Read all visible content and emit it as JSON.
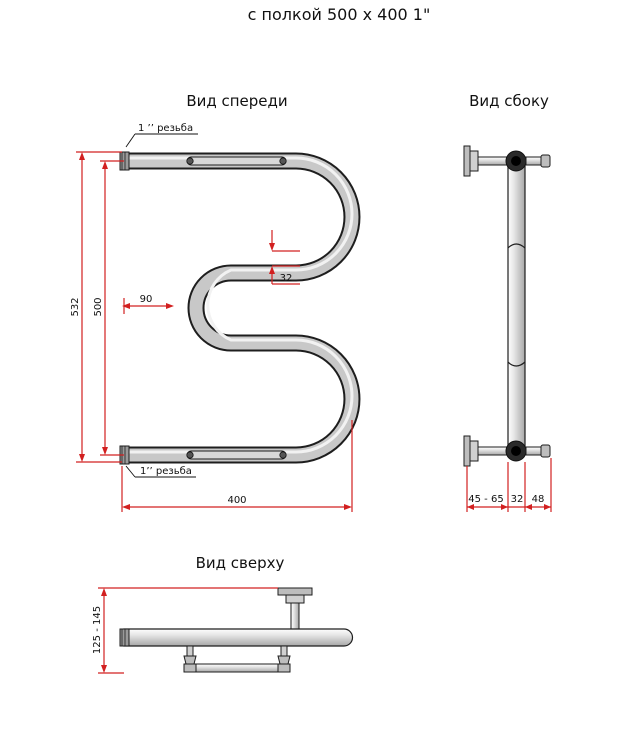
{
  "title": "с полкой 500 х 400 1\"",
  "views": {
    "front": "Вид спереди",
    "side": "Вид сбоку",
    "top": "Вид сверху"
  },
  "notes": {
    "thread_top": "1 ’’ резьба",
    "thread_bottom": "1’’ резьба"
  },
  "dimensions": {
    "overall_height": "532",
    "axis_height": "500",
    "inner_offset": "90",
    "pipe_diameter": "32",
    "width": "400",
    "wall_gap": "45 - 65",
    "side_pipe": "32",
    "side_depth": "48",
    "top_depth": "125 - 145"
  },
  "colors": {
    "dimension": "#d22020",
    "pipe_outline": "#222222",
    "pipe_fill": "#c8c8c8"
  }
}
